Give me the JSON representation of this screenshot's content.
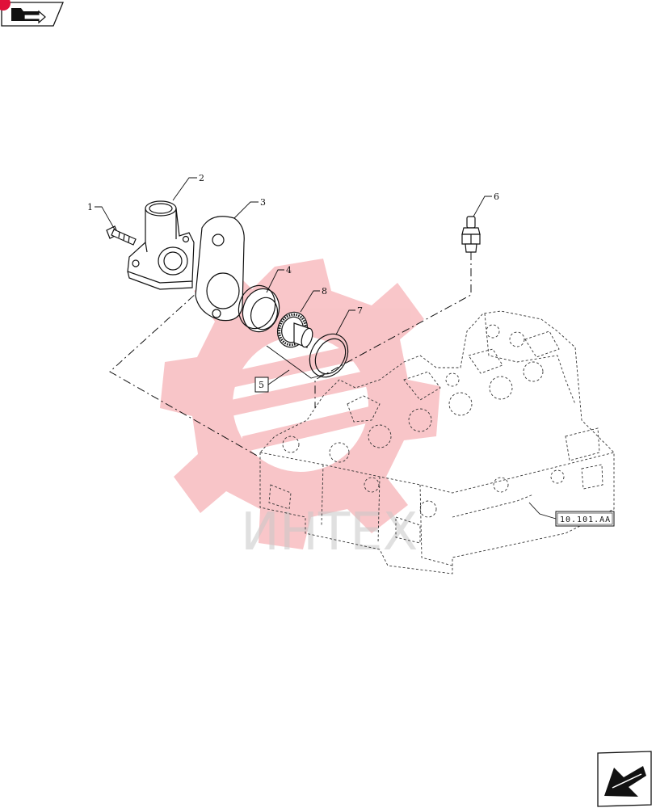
{
  "callouts": [
    {
      "id": "c1",
      "label": "1"
    },
    {
      "id": "c2",
      "label": "2"
    },
    {
      "id": "c3",
      "label": "3"
    },
    {
      "id": "c4",
      "label": "4"
    },
    {
      "id": "c5",
      "label": "5"
    },
    {
      "id": "c6",
      "label": "6"
    },
    {
      "id": "c7",
      "label": "7"
    },
    {
      "id": "c8",
      "label": "8"
    }
  ],
  "reference_box": {
    "label": "10.101.AA"
  },
  "watermark": {
    "text": "ИНТЕХ",
    "color": "#e8323c"
  },
  "colors": {
    "line": "#111111",
    "watermark_logo": "#e8323c",
    "watermark_text": "#c8c8c8",
    "nav_badge": "#e0103a"
  },
  "icons": {
    "top_nav": "folder-arrow-icon",
    "bottom_nav": "back-arrow-icon"
  }
}
